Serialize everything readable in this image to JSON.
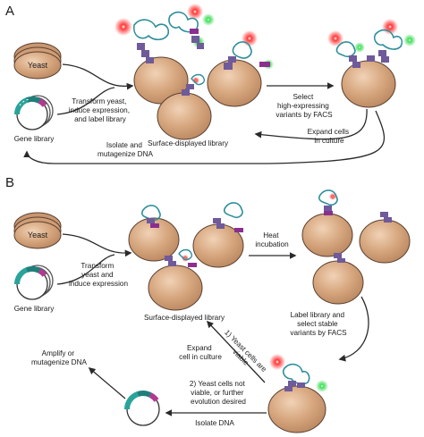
{
  "panel_a": {
    "letter": "A",
    "yeast_label": "Yeast",
    "gene_library_label": "Gene library",
    "transform_label": [
      "Transform yeast,",
      "induce expression,",
      "and label library"
    ],
    "surface_library_label": "Surface-displayed library",
    "select_label": [
      "Select",
      "high-expressing",
      "variants by FACS"
    ],
    "expand_label": [
      "Expand cells",
      "in culture"
    ],
    "isolate_label": [
      "Isolate and",
      "mutagenize DNA"
    ]
  },
  "panel_b": {
    "letter": "B",
    "yeast_label": "Yeast",
    "gene_library_label": "Gene library",
    "transform_label": [
      "Transform",
      "yeast and",
      "induce expression"
    ],
    "surface_library_label": "Surface-displayed library",
    "heat_label": [
      "Heat",
      "incubation"
    ],
    "label_select_label": [
      "Label library and",
      "select stable",
      "variants by FACS"
    ],
    "expand_label": [
      "Expand",
      "cell in culture"
    ],
    "viable_label": [
      "1) Yeast cells are",
      "viable"
    ],
    "not_viable_label": [
      "2) Yeast cells not",
      "viable, or further",
      "evolution desired"
    ],
    "isolate_label": "Isolate DNA",
    "amplify_label": [
      "Amplify or",
      "mutagenize DNA"
    ]
  },
  "colors": {
    "cell_fill": "#d6a67e",
    "cell_edge": "#5a4030",
    "protein": "#2f8f9c",
    "linker": "#6f5a9a",
    "tag": "#8b2f8f",
    "red_glow": "#ff2a2a",
    "green_glow": "#35d64a",
    "plasmid_teal": "#2aa39b",
    "plasmid_magenta": "#b03a90",
    "arrow": "#2a2a2a"
  }
}
